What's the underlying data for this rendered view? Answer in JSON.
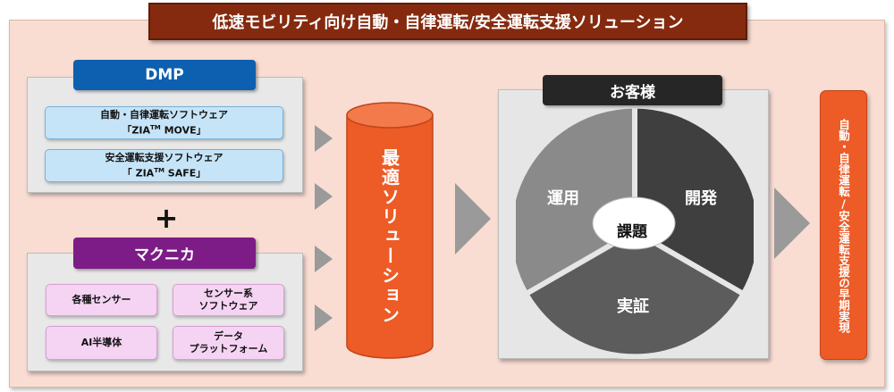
{
  "title": "低速モビリティ向け自動・自律運転/安全運転支援ソリューション",
  "dmp": {
    "header": "DMP",
    "items": [
      {
        "line1": "自動・自律運転ソフトウェア",
        "line2_pre": "「ZIA",
        "line2_sup": "TM",
        "line2_post": " MOVE」"
      },
      {
        "line1": "安全運転支援ソフトウェア",
        "line2_pre": "「 ZIA",
        "line2_sup": "TM",
        "line2_post": " SAFE」"
      }
    ]
  },
  "plus": "+",
  "makunika": {
    "header": "マクニカ",
    "items": [
      {
        "lines": [
          "各種センサー"
        ]
      },
      {
        "lines": [
          "センサー系",
          "ソフトウェア"
        ]
      },
      {
        "lines": [
          "AI半導体"
        ]
      },
      {
        "lines": [
          "データ",
          "プラットフォーム"
        ]
      }
    ]
  },
  "solution": "最適ソリューション",
  "customer": {
    "header": "お客様",
    "segments": {
      "unyo": "運用",
      "kaihatsu": "開発",
      "jissho": "実証"
    },
    "center": "課題"
  },
  "result": "自動・自律運転/安全運転支援の早期実現",
  "colors": {
    "title_bg": "#852a0f",
    "frame_bg": "#f9ddd3",
    "dmp_header": "#0d60b0",
    "makunika_header": "#7d1c86",
    "solution_orange": "#ed5b26",
    "customer_header": "#262626",
    "segment_unyo": "#8a8a8a",
    "segment_kaihatsu": "#3f3f3f",
    "segment_jissho": "#5c5c5c",
    "arrow_gray": "#9a9a9a"
  }
}
